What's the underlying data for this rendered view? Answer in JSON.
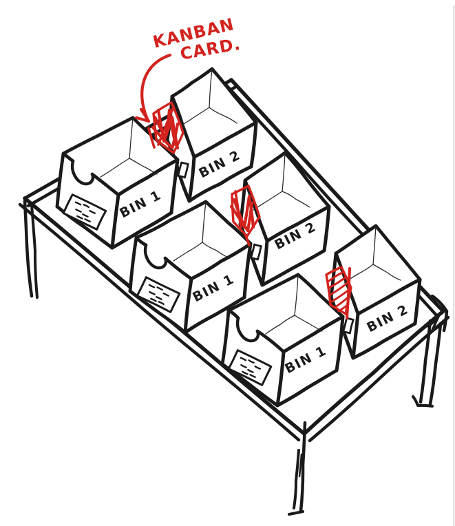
{
  "annotation": {
    "line1": "KANBAN",
    "line2": "CARD."
  },
  "bins": [
    {
      "label": "BIN 1"
    },
    {
      "label": "BIN 2"
    },
    {
      "label": "BIN 1"
    },
    {
      "label": "BIN 2"
    },
    {
      "label": "BIN 1"
    },
    {
      "label": "BIN 2"
    }
  ],
  "colors": {
    "ink": "#1a1a1a",
    "marker_red": "#d2231e",
    "background": "#ffffff",
    "frame_border": "#c9c9c9"
  }
}
